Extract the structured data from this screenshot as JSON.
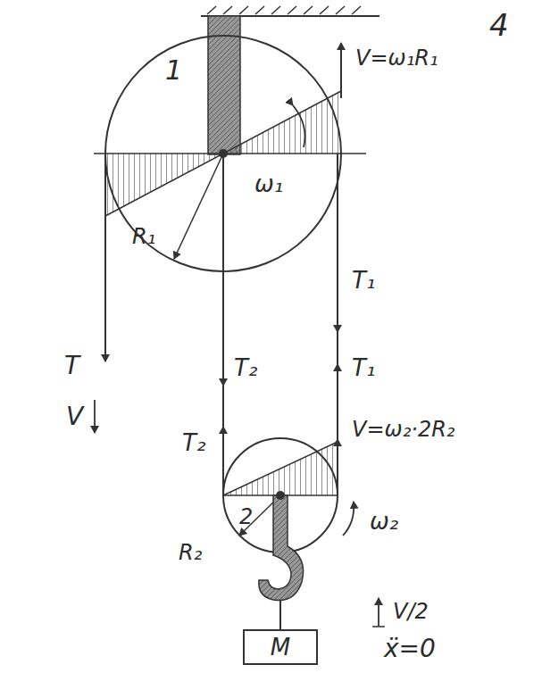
{
  "diagram": {
    "nodes": [
      {
        "text": [
          "M"
        ]
      }
    ],
    "labels": [
      "4",
      "1",
      "V=ω₁R₁",
      "R₁",
      "ω₁",
      "T₁",
      "T",
      "V",
      "T₂",
      "T₁",
      "T₂",
      "V=ω₂·2R₂",
      "ω₂",
      "R₂",
      "2",
      "V/2",
      "ẍ=0"
    ]
  }
}
